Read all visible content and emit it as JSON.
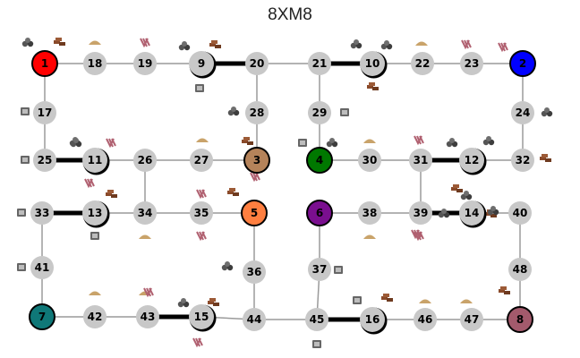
{
  "title": "8XM8",
  "nodes": [
    {
      "id": "1",
      "color": "#ff0000",
      "text": "#000000",
      "player": true
    },
    {
      "id": "2",
      "color": "#0000ff",
      "text": "#000000",
      "player": true
    },
    {
      "id": "3",
      "color": "#b5835a",
      "text": "#000000",
      "player": true
    },
    {
      "id": "4",
      "color": "#007800",
      "text": "#000000",
      "player": true
    },
    {
      "id": "5",
      "color": "#ff7f40",
      "text": "#000000",
      "player": true
    },
    {
      "id": "6",
      "color": "#7a0f8f",
      "text": "#000000",
      "player": true
    },
    {
      "id": "7",
      "color": "#0f7878",
      "text": "#000000",
      "player": true
    },
    {
      "id": "8",
      "color": "#a35a6c",
      "text": "#000000",
      "player": true
    },
    {
      "id": "9",
      "color": "#c8c8c8",
      "text": "#000000",
      "hub": true
    },
    {
      "id": "10",
      "color": "#c8c8c8",
      "text": "#000000",
      "hub": true
    },
    {
      "id": "11",
      "color": "#c8c8c8",
      "text": "#000000",
      "hub": true
    },
    {
      "id": "12",
      "color": "#c8c8c8",
      "text": "#000000",
      "hub": true
    },
    {
      "id": "13",
      "color": "#c8c8c8",
      "text": "#000000",
      "hub": true
    },
    {
      "id": "14",
      "color": "#c8c8c8",
      "text": "#000000",
      "hub": true
    },
    {
      "id": "15",
      "color": "#c8c8c8",
      "text": "#000000",
      "hub": true
    },
    {
      "id": "16",
      "color": "#c8c8c8",
      "text": "#000000",
      "hub": true
    },
    {
      "id": "17"
    },
    {
      "id": "18"
    },
    {
      "id": "19"
    },
    {
      "id": "20"
    },
    {
      "id": "21"
    },
    {
      "id": "22"
    },
    {
      "id": "23"
    },
    {
      "id": "24"
    },
    {
      "id": "25"
    },
    {
      "id": "26"
    },
    {
      "id": "27"
    },
    {
      "id": "28"
    },
    {
      "id": "29"
    },
    {
      "id": "30"
    },
    {
      "id": "31"
    },
    {
      "id": "32"
    },
    {
      "id": "33"
    },
    {
      "id": "34"
    },
    {
      "id": "35"
    },
    {
      "id": "36"
    },
    {
      "id": "37"
    },
    {
      "id": "38"
    },
    {
      "id": "39"
    },
    {
      "id": "40"
    },
    {
      "id": "41"
    },
    {
      "id": "42"
    },
    {
      "id": "43"
    },
    {
      "id": "44"
    },
    {
      "id": "45"
    },
    {
      "id": "46"
    },
    {
      "id": "47"
    },
    {
      "id": "48"
    }
  ],
  "edges": [
    [
      "1",
      "18"
    ],
    [
      "18",
      "19"
    ],
    [
      "19",
      "9"
    ],
    [
      "9",
      "20",
      "bold"
    ],
    [
      "20",
      "21"
    ],
    [
      "21",
      "10",
      "bold"
    ],
    [
      "10",
      "22"
    ],
    [
      "22",
      "23"
    ],
    [
      "23",
      "2"
    ],
    [
      "1",
      "17"
    ],
    [
      "17",
      "25"
    ],
    [
      "2",
      "24"
    ],
    [
      "24",
      "32"
    ],
    [
      "20",
      "28"
    ],
    [
      "28",
      "3"
    ],
    [
      "21",
      "29"
    ],
    [
      "29",
      "4"
    ],
    [
      "25",
      "11",
      "bold"
    ],
    [
      "11",
      "26"
    ],
    [
      "26",
      "27"
    ],
    [
      "27",
      "3"
    ],
    [
      "4",
      "30"
    ],
    [
      "30",
      "31"
    ],
    [
      "31",
      "12",
      "bold"
    ],
    [
      "12",
      "32"
    ],
    [
      "26",
      "34"
    ],
    [
      "31",
      "39"
    ],
    [
      "33",
      "13",
      "bold"
    ],
    [
      "13",
      "34"
    ],
    [
      "34",
      "35"
    ],
    [
      "35",
      "5"
    ],
    [
      "6",
      "38"
    ],
    [
      "38",
      "39"
    ],
    [
      "39",
      "14",
      "bold"
    ],
    [
      "14",
      "40"
    ],
    [
      "33",
      "41"
    ],
    [
      "41",
      "7"
    ],
    [
      "5",
      "36"
    ],
    [
      "36",
      "44"
    ],
    [
      "6",
      "37"
    ],
    [
      "37",
      "45"
    ],
    [
      "40",
      "48"
    ],
    [
      "48",
      "8"
    ],
    [
      "7",
      "42"
    ],
    [
      "42",
      "43"
    ],
    [
      "43",
      "15",
      "bold"
    ],
    [
      "15",
      "44"
    ],
    [
      "44",
      "45"
    ],
    [
      "45",
      "16",
      "bold"
    ],
    [
      "16",
      "46"
    ],
    [
      "46",
      "47"
    ],
    [
      "47",
      "8"
    ]
  ],
  "resources": [
    {
      "type": "ore"
    },
    {
      "type": "brick"
    },
    {
      "type": "grain"
    },
    {
      "type": "wool"
    },
    {
      "type": "ore"
    },
    {
      "type": "brick"
    },
    {
      "type": "barrel"
    },
    {
      "type": "ore"
    },
    {
      "type": "brick"
    },
    {
      "type": "grain"
    },
    {
      "type": "wool"
    },
    {
      "type": "brick"
    },
    {
      "type": "barrel"
    },
    {
      "type": "barrel"
    },
    {
      "type": "ore"
    },
    {
      "type": "barrel"
    },
    {
      "type": "ore"
    },
    {
      "type": "barrel"
    },
    {
      "type": "ore"
    },
    {
      "type": "ore"
    },
    {
      "type": "brick"
    },
    {
      "type": "grain"
    },
    {
      "type": "wool"
    },
    {
      "type": "wool"
    },
    {
      "type": "ore"
    },
    {
      "type": "brick"
    },
    {
      "type": "ore"
    },
    {
      "type": "grain"
    },
    {
      "type": "wool"
    },
    {
      "type": "ore"
    },
    {
      "type": "brick"
    },
    {
      "type": "ore"
    },
    {
      "type": "barrel"
    },
    {
      "type": "brick"
    },
    {
      "type": "ore"
    },
    {
      "type": "wool"
    },
    {
      "type": "wool"
    },
    {
      "type": "barrel"
    },
    {
      "type": "grain"
    },
    {
      "type": "wool"
    },
    {
      "type": "grain"
    },
    {
      "type": "wool"
    },
    {
      "type": "grain"
    },
    {
      "type": "barrel"
    },
    {
      "type": "ore"
    },
    {
      "type": "barrel"
    },
    {
      "type": "grain"
    },
    {
      "type": "wool"
    },
    {
      "type": "ore"
    },
    {
      "type": "brick"
    },
    {
      "type": "wool"
    },
    {
      "type": "barrel"
    },
    {
      "type": "grain"
    },
    {
      "type": "wool"
    },
    {
      "type": "ore"
    },
    {
      "type": "brick"
    },
    {
      "type": "barrel"
    },
    {
      "type": "brick"
    },
    {
      "type": "ore"
    },
    {
      "type": "grain"
    },
    {
      "type": "wool"
    },
    {
      "type": "brick"
    }
  ],
  "colors": {
    "edge": "#9a9a9a",
    "node": "#c8c8c8",
    "ore": "#555555",
    "brick": "#8a4a2a",
    "grain": "#c9a36a",
    "wool": "#b06070",
    "barrel": "#666666"
  }
}
